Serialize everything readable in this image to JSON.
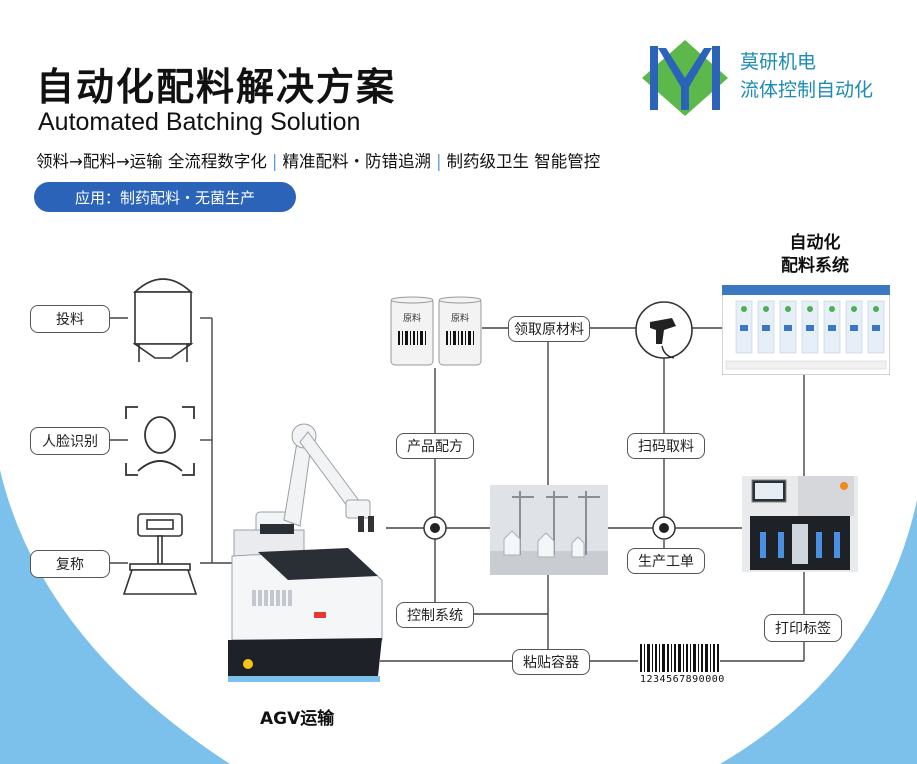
{
  "header": {
    "title": "自动化配料解决方案",
    "subtitle": "Automated Batching Solution",
    "tagline": {
      "part1": "领料→配料→运输 全流程数字化",
      "part2": "精准配料・防错追溯",
      "part3": "制药级卫生 智能管控",
      "separator": "|"
    },
    "application": "应用：制药配料・无菌生产"
  },
  "brand": {
    "line1": "莫研机电",
    "line2": "流体控制自动化"
  },
  "left_nodes": {
    "feeding": "投料",
    "face_recognition": "人脸识别",
    "reweigh": "复称"
  },
  "center_nodes": {
    "fetch_material": "领取原材料",
    "product_formula": "产品配方",
    "scan_pick": "扫码取料",
    "production_order": "生产工单",
    "control_system": "控制系统",
    "print_label": "打印标签",
    "stick_container": "粘贴容器"
  },
  "drums": {
    "label": "原料"
  },
  "system_screen": {
    "title_line1": "自动化",
    "title_line2": "配料系统"
  },
  "agv": {
    "label": "AGV运输"
  },
  "barcode": {
    "digits": "1234567890000"
  },
  "colors": {
    "accent_blue": "#2a63b8",
    "corner_blue": "#6db3e6",
    "brand_teal": "#1d8bb5",
    "logo_green": "#5cb84a",
    "logo_blue": "#2a63b8"
  }
}
